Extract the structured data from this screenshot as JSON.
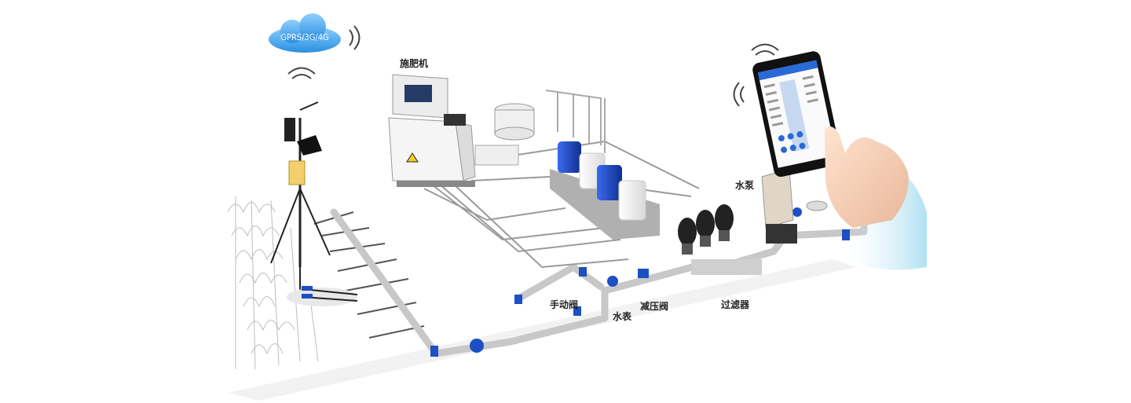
{
  "cloud": {
    "text": "GPRS/3G/4G"
  },
  "labels": {
    "fertilizer": "施肥机",
    "pump": "水泵",
    "manual_valve": "手动阀",
    "water_meter": "水表",
    "pressure_valve": "减压阀",
    "filter": "过滤器"
  },
  "icons": {
    "wifi": "wifi-signal-icon",
    "cloud": "cloud-icon",
    "warning": "warning-triangle-icon"
  },
  "colors": {
    "cloud": "#3aa0e6",
    "pipe": "#c8c8c8",
    "valve": "#1d4fc4",
    "tank_blue": "#1a45c8",
    "tank_white": "#f2f2f2",
    "filter": "#222222"
  }
}
